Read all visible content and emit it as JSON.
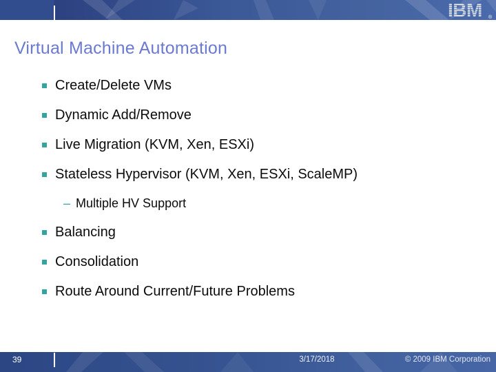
{
  "theme": {
    "accent_teal": "#35a39e",
    "title_color": "#6b7ad1",
    "text_color": "#0b0b0b",
    "banner_blue_left": "#314d8e",
    "banner_blue_dark": "#2c4180",
    "banner_blue_light": "#4a6aad",
    "footer_blue_left": "#2c4684",
    "footer_blue_right": "#4766a6",
    "footer_text": "#edf1f8"
  },
  "banner": {
    "logo": "IBM",
    "registered_mark": "®"
  },
  "slide": {
    "title": "Virtual Machine Automation",
    "bullets": [
      {
        "level": 1,
        "text": "Create/Delete VMs"
      },
      {
        "level": 1,
        "text": "Dynamic Add/Remove"
      },
      {
        "level": 1,
        "text": "Live Migration (KVM, Xen, ESXi)"
      },
      {
        "level": 1,
        "text": "Stateless Hypervisor (KVM, Xen, ESXi, ScaleMP)"
      },
      {
        "level": 2,
        "text": "Multiple HV Support"
      },
      {
        "level": 1,
        "text": "Balancing"
      },
      {
        "level": 1,
        "text": "Consolidation"
      },
      {
        "level": 1,
        "text": "Route Around Current/Future Problems"
      }
    ]
  },
  "footer": {
    "page_number": "39",
    "date": "3/17/2018",
    "copyright": "© 2009 IBM Corporation"
  }
}
